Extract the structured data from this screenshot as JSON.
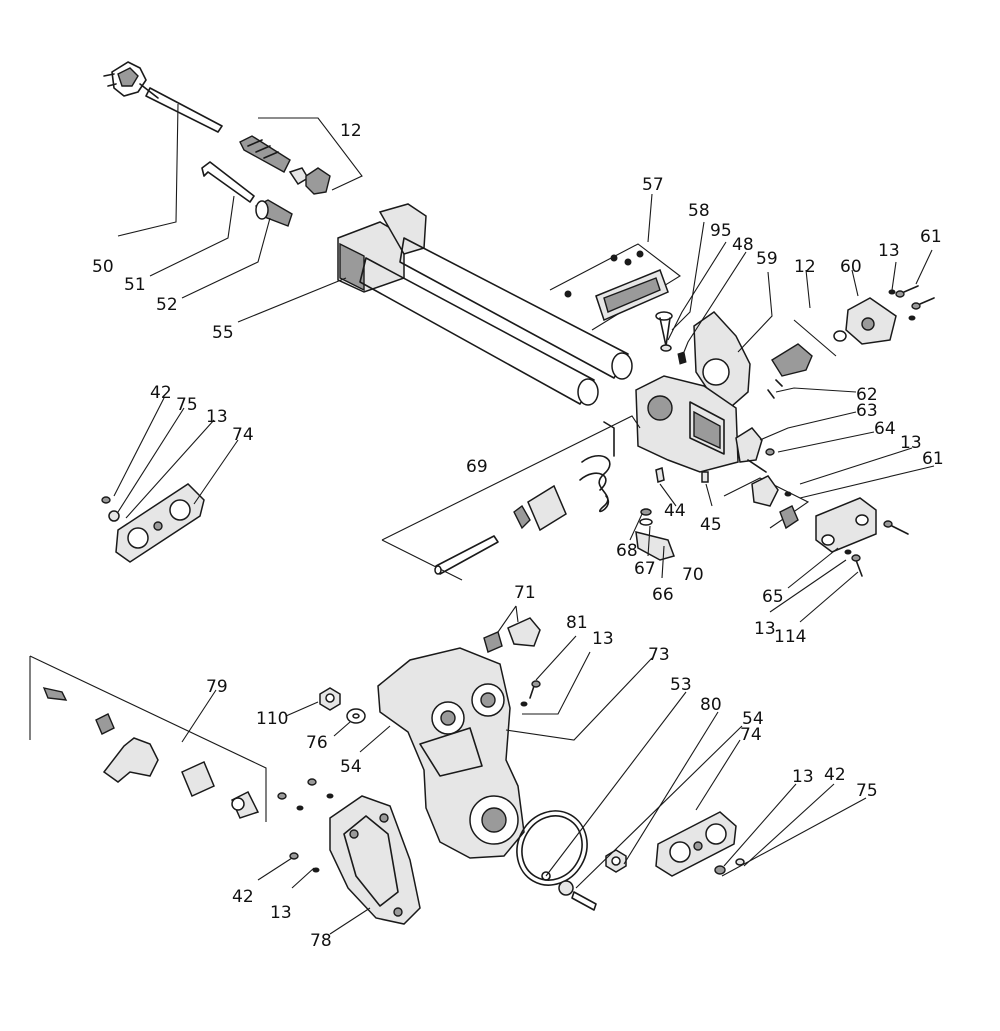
{
  "colors": {
    "ink": "#1a1a1a",
    "paper": "#ffffff",
    "shade": "#9a9a9a"
  },
  "labels": [
    {
      "id": "l50",
      "text": "50"
    },
    {
      "id": "l51",
      "text": "51"
    },
    {
      "id": "l52",
      "text": "52"
    },
    {
      "id": "l12a",
      "text": "12"
    },
    {
      "id": "l55",
      "text": "55"
    },
    {
      "id": "l57",
      "text": "57"
    },
    {
      "id": "l58",
      "text": "58"
    },
    {
      "id": "l95",
      "text": "95"
    },
    {
      "id": "l48",
      "text": "48"
    },
    {
      "id": "l59",
      "text": "59"
    },
    {
      "id": "l12b",
      "text": "12"
    },
    {
      "id": "l60",
      "text": "60"
    },
    {
      "id": "l13a",
      "text": "13"
    },
    {
      "id": "l61a",
      "text": "61"
    },
    {
      "id": "l62",
      "text": "62"
    },
    {
      "id": "l63",
      "text": "63"
    },
    {
      "id": "l64",
      "text": "64"
    },
    {
      "id": "l13b",
      "text": "13"
    },
    {
      "id": "l61b",
      "text": "61"
    },
    {
      "id": "l42a",
      "text": "42"
    },
    {
      "id": "l75a",
      "text": "75"
    },
    {
      "id": "l13c",
      "text": "13"
    },
    {
      "id": "l74a",
      "text": "74"
    },
    {
      "id": "l69",
      "text": "69"
    },
    {
      "id": "l44",
      "text": "44"
    },
    {
      "id": "l45",
      "text": "45"
    },
    {
      "id": "l68",
      "text": "68"
    },
    {
      "id": "l67",
      "text": "67"
    },
    {
      "id": "l66",
      "text": "66"
    },
    {
      "id": "l70",
      "text": "70"
    },
    {
      "id": "l65",
      "text": "65"
    },
    {
      "id": "l13d",
      "text": "13"
    },
    {
      "id": "l114",
      "text": "114"
    },
    {
      "id": "l71",
      "text": "71"
    },
    {
      "id": "l81",
      "text": "81"
    },
    {
      "id": "l13e",
      "text": "13"
    },
    {
      "id": "l73",
      "text": "73"
    },
    {
      "id": "l79",
      "text": "79"
    },
    {
      "id": "l110",
      "text": "110"
    },
    {
      "id": "l76",
      "text": "76"
    },
    {
      "id": "l54a",
      "text": "54"
    },
    {
      "id": "l53",
      "text": "53"
    },
    {
      "id": "l80",
      "text": "80"
    },
    {
      "id": "l54b",
      "text": "54"
    },
    {
      "id": "l74b",
      "text": "74"
    },
    {
      "id": "l13f",
      "text": "13"
    },
    {
      "id": "l42b",
      "text": "42"
    },
    {
      "id": "l75b",
      "text": "75"
    },
    {
      "id": "l42c",
      "text": "42"
    },
    {
      "id": "l13g",
      "text": "13"
    },
    {
      "id": "l78",
      "text": "78"
    }
  ]
}
